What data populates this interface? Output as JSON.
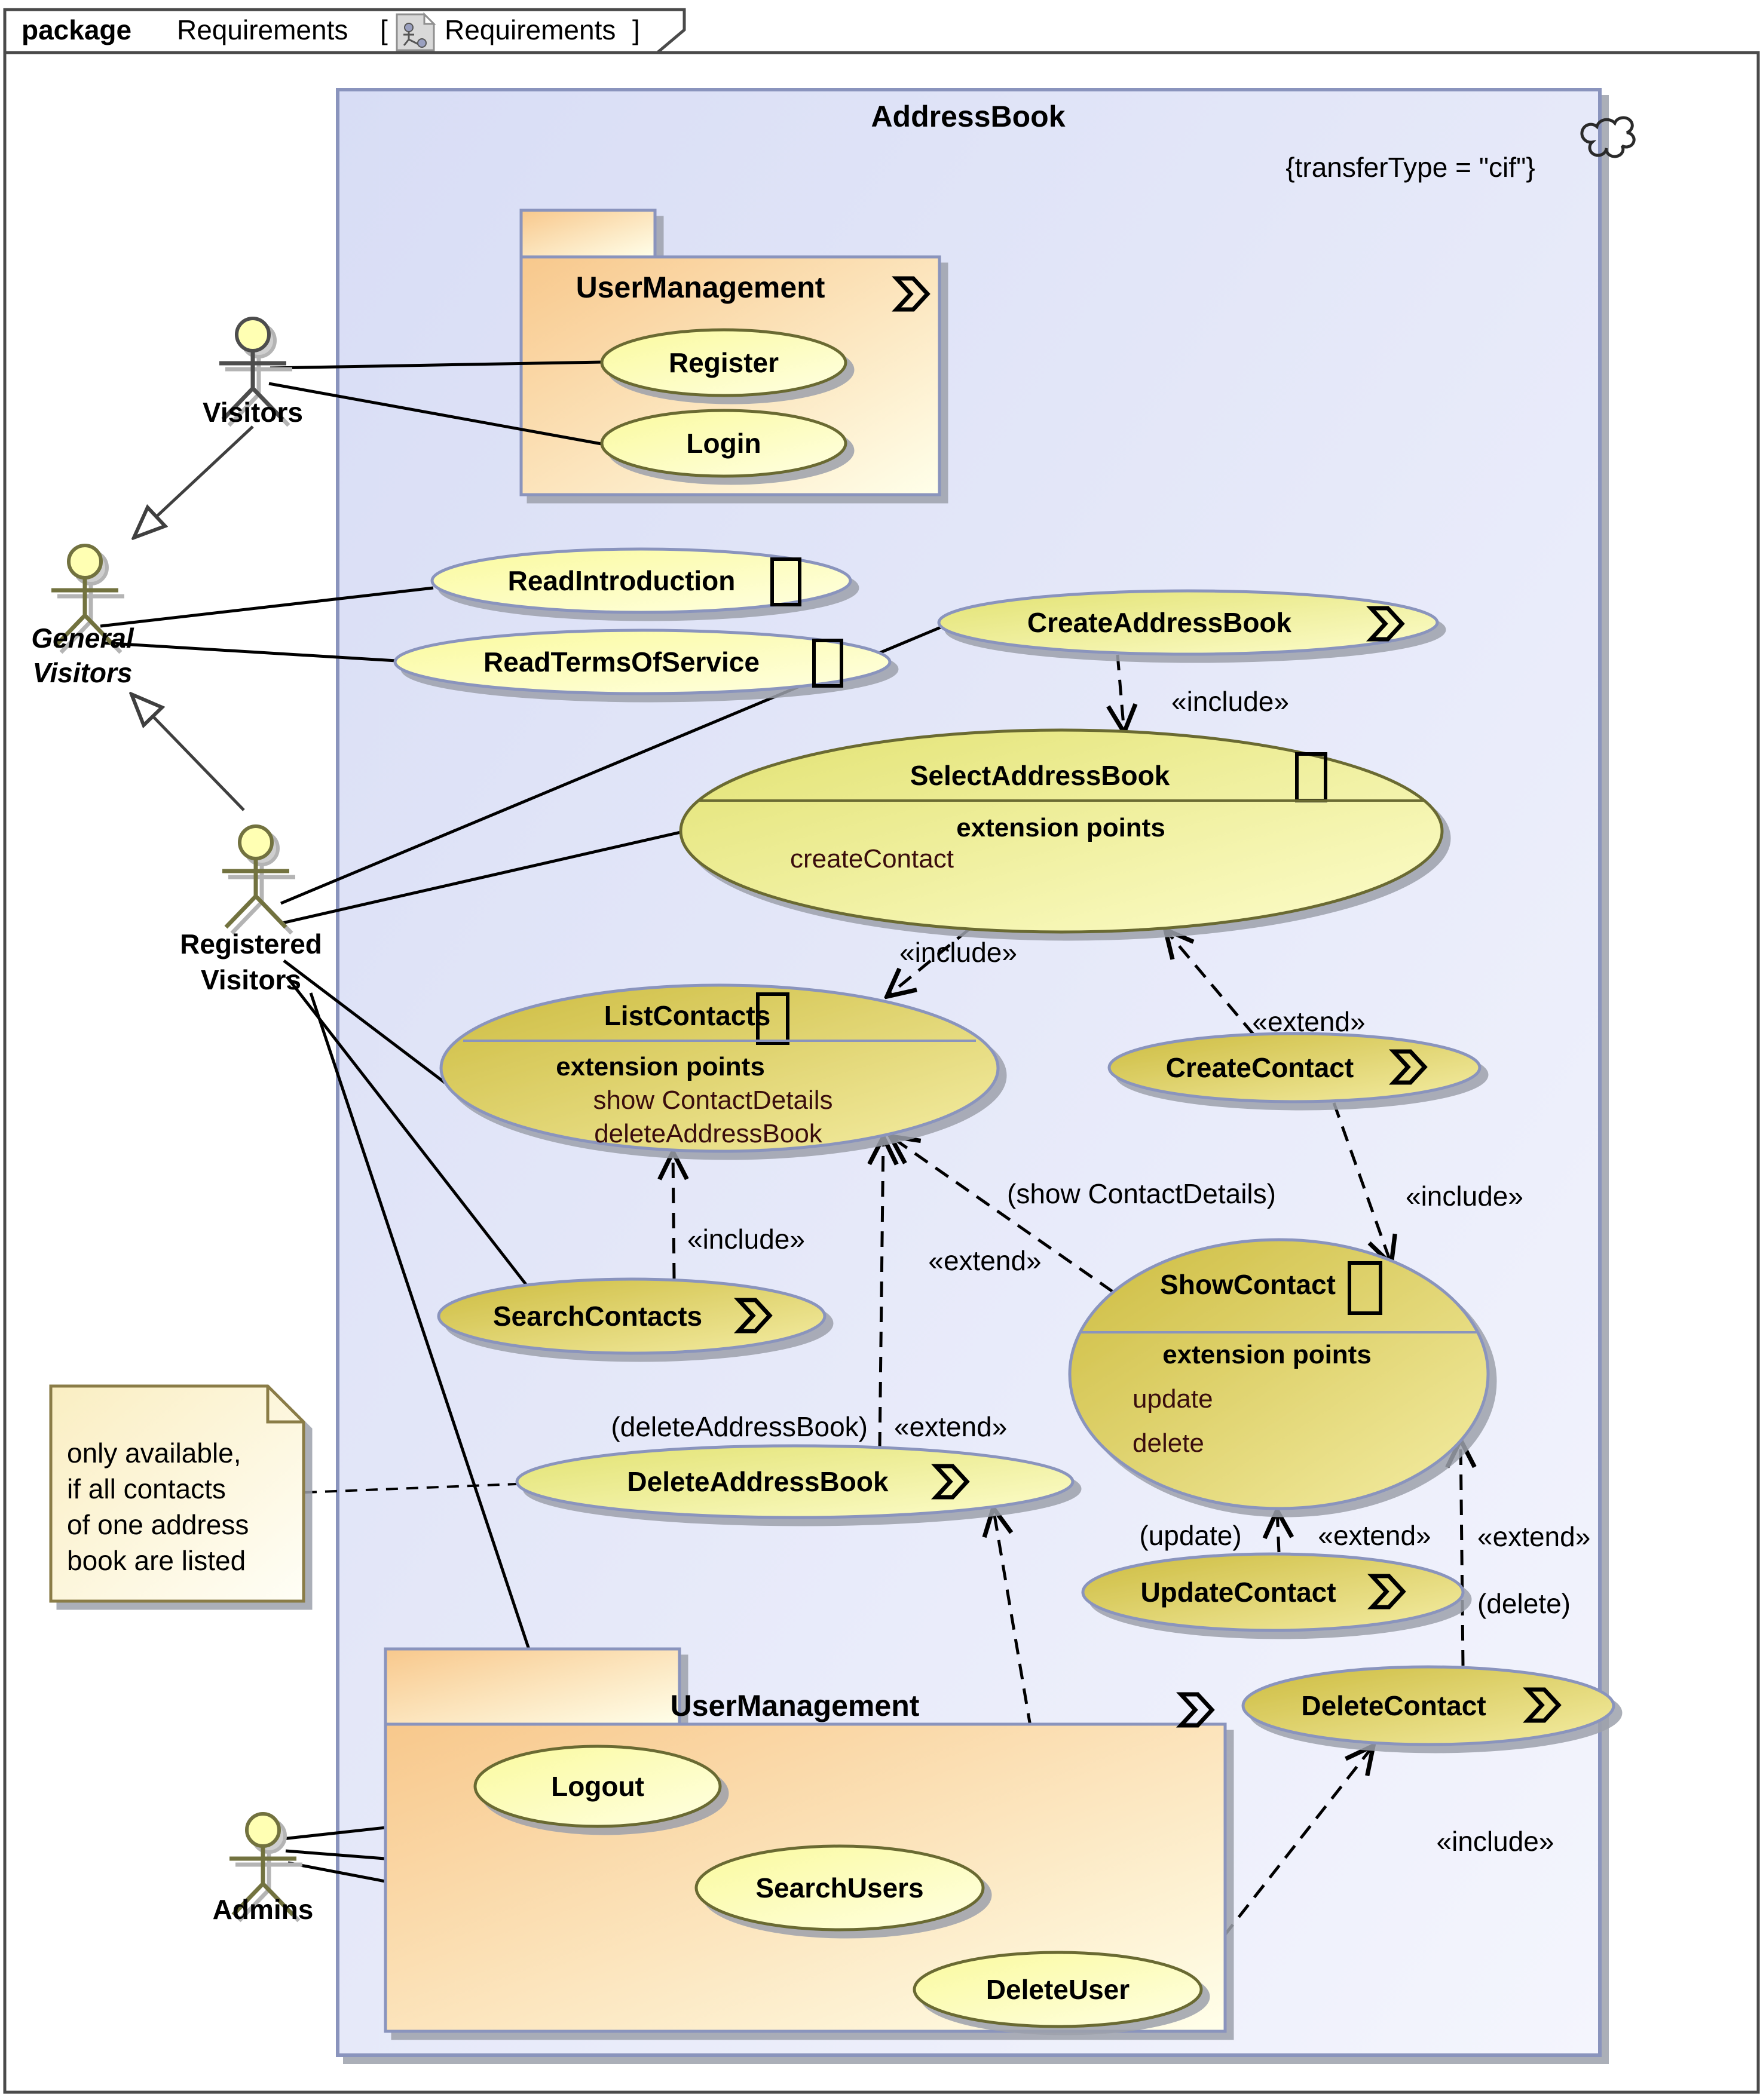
{
  "header": {
    "keyword": "package",
    "context_name": "Requirements",
    "bracket_open": "[",
    "diagram_name": "Requirements",
    "bracket_close": "]"
  },
  "frame": {
    "title": "AddressBook",
    "constraint": "{transferType = \"cif\"}"
  },
  "keywords": {
    "extension_points": "extension points"
  },
  "stereotypes": {
    "include": "«include»",
    "extend": "«extend»"
  },
  "refs": {
    "show_contact_details": "(show ContactDetails)",
    "delete_address_book": "(deleteAddressBook)",
    "update": "(update)",
    "delete": "(delete)"
  },
  "packages": {
    "top": {
      "name": "UserManagement"
    },
    "bottom": {
      "name": "UserManagement"
    }
  },
  "actors": {
    "visitors": {
      "label": "Visitors"
    },
    "general_visitors": {
      "line1": "General",
      "line2": "Visitors"
    },
    "registered_visitors": {
      "line1": "Registered",
      "line2": "Visitors"
    },
    "admins": {
      "label": "Admins"
    }
  },
  "usecases": {
    "register": {
      "name": "Register"
    },
    "login": {
      "name": "Login"
    },
    "read_introduction": {
      "name": "ReadIntroduction"
    },
    "read_terms": {
      "name": "ReadTermsOfService"
    },
    "create_address_book": {
      "name": "CreateAddressBook"
    },
    "select_address_book": {
      "name": "SelectAddressBook",
      "ext1": "createContact"
    },
    "list_contacts": {
      "name": "ListContacts",
      "ext1": "show ContactDetails",
      "ext2": "deleteAddressBook"
    },
    "create_contact": {
      "name": "CreateContact"
    },
    "search_contacts": {
      "name": "SearchContacts"
    },
    "show_contact": {
      "name": "ShowContact",
      "ext1": "update",
      "ext2": "delete"
    },
    "delete_address_book": {
      "name": "DeleteAddressBook"
    },
    "update_contact": {
      "name": "UpdateContact"
    },
    "delete_contact": {
      "name": "DeleteContact"
    },
    "logout": {
      "name": "Logout"
    },
    "search_users": {
      "name": "SearchUsers"
    },
    "delete_user": {
      "name": "DeleteUser"
    }
  },
  "note": {
    "line1": "only available,",
    "line2": "if all contacts",
    "line3": "of one address",
    "line4": "book are listed"
  },
  "colors": {
    "frame_fill_start": "#d8ddf5",
    "frame_fill_end": "#f4f5fd",
    "package_fill_start": "#f8c88c",
    "package_fill_end": "#ffffea",
    "usecase_pale_start": "#fafa9e",
    "usecase_pale_end": "#ffffe2",
    "usecase_gold_start": "#cdbc40",
    "usecase_gold_end": "#f4eda4",
    "select_fill_start": "#e2e272",
    "select_fill_end": "#fdfdcc",
    "note_fill_start": "#faeec2",
    "note_fill_end": "#fffef6",
    "border_blue": "#8a94bd",
    "border_olive": "#6b6b33",
    "extension_text": "#3a0d0d"
  }
}
